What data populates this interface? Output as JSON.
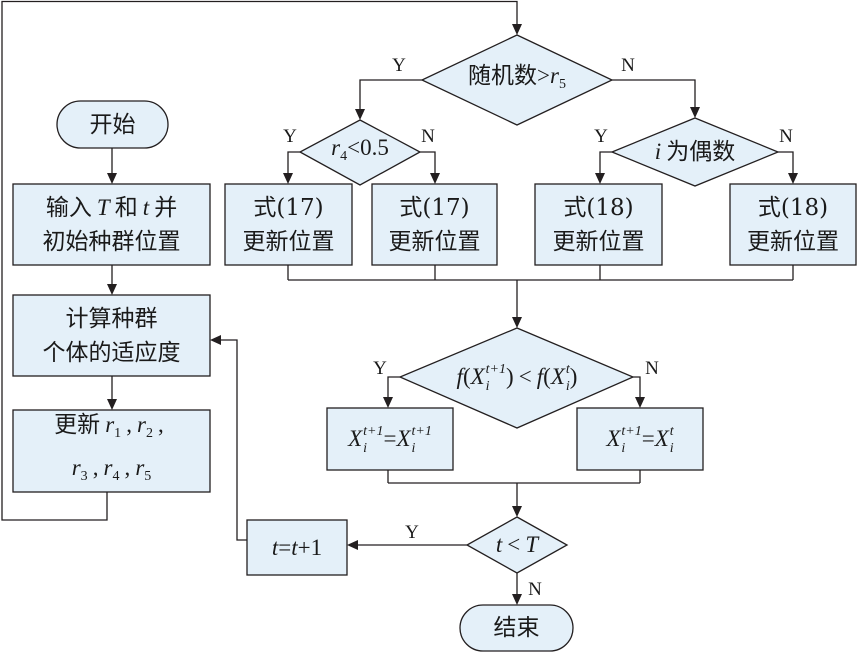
{
  "style": {
    "node_fill": "#e4f0f9",
    "line_color": "#231f20"
  },
  "diagram": {
    "start": {
      "label": "开始"
    },
    "init_box": {
      "pre": "输入",
      "var_T": "T",
      "mid": "和",
      "var_t": "t",
      "post": "并",
      "line2": "初始种群位置"
    },
    "fitness_box": {
      "line1": "计算种群",
      "line2": "个体的适应度"
    },
    "update_r_box": {
      "prefix": "更新",
      "separator": ",",
      "vars": [
        {
          "name": "r",
          "sub": "1"
        },
        {
          "name": "r",
          "sub": "2"
        },
        {
          "name": "r",
          "sub": "3"
        },
        {
          "name": "r",
          "sub": "4"
        },
        {
          "name": "r",
          "sub": "5"
        }
      ]
    },
    "random_decision": {
      "text": "随机数>",
      "var": "r",
      "sub": "5",
      "yes": "Y",
      "no": "N"
    },
    "r4_decision": {
      "var": "r",
      "sub": "4",
      "text": "<0.5",
      "yes": "Y",
      "no": "N"
    },
    "even_decision": {
      "var": "i",
      "text": "为偶数",
      "yes": "Y",
      "no": "N"
    },
    "update_boxes": [
      {
        "line1": "式(17)",
        "line2": "更新位置"
      },
      {
        "line1": "式(17)",
        "line2": "更新位置"
      },
      {
        "line1": "式(18)",
        "line2": "更新位置"
      },
      {
        "line1": "式(18)",
        "line2": "更新位置"
      }
    ],
    "fitness_decision": {
      "lparen": "(",
      "rparen": ")",
      "op": "<",
      "lhs": {
        "func": "f",
        "var": "X",
        "sub": "i",
        "sup": "t+1"
      },
      "rhs": {
        "func": "f",
        "var": "X",
        "sub": "i",
        "sup": "t"
      },
      "yes": "Y",
      "no": "N"
    },
    "assign_new": {
      "eq": "=",
      "lhs": {
        "var": "X",
        "sub": "i",
        "sup": "t+1"
      },
      "rhs": {
        "var": "X",
        "sub": "i",
        "sup": "t+1"
      }
    },
    "assign_old": {
      "eq": "=",
      "lhs": {
        "var": "X",
        "sub": "i",
        "sup": "t+1"
      },
      "rhs": {
        "var": "X",
        "sub": "i",
        "sup": "t"
      }
    },
    "iteration_decision": {
      "lhs": "t",
      "op": "<",
      "rhs": "T",
      "yes": "Y",
      "no": "N"
    },
    "increment_box": {
      "var": "t",
      "eq": "=",
      "rhs_var": "t",
      "rhs_rest": "+1"
    },
    "end": {
      "label": "结束"
    }
  }
}
